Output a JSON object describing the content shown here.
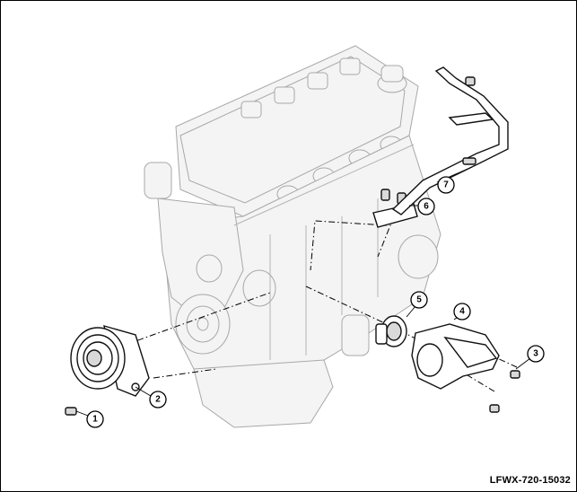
{
  "callouts": [
    {
      "id": "1",
      "label": "1"
    },
    {
      "id": "2",
      "label": "2"
    },
    {
      "id": "3",
      "label": "3"
    },
    {
      "id": "4",
      "label": "4"
    },
    {
      "id": "5",
      "label": "5"
    },
    {
      "id": "6",
      "label": "6"
    },
    {
      "id": "7",
      "label": "7"
    }
  ],
  "figure_code": "LFWX-720-15032"
}
